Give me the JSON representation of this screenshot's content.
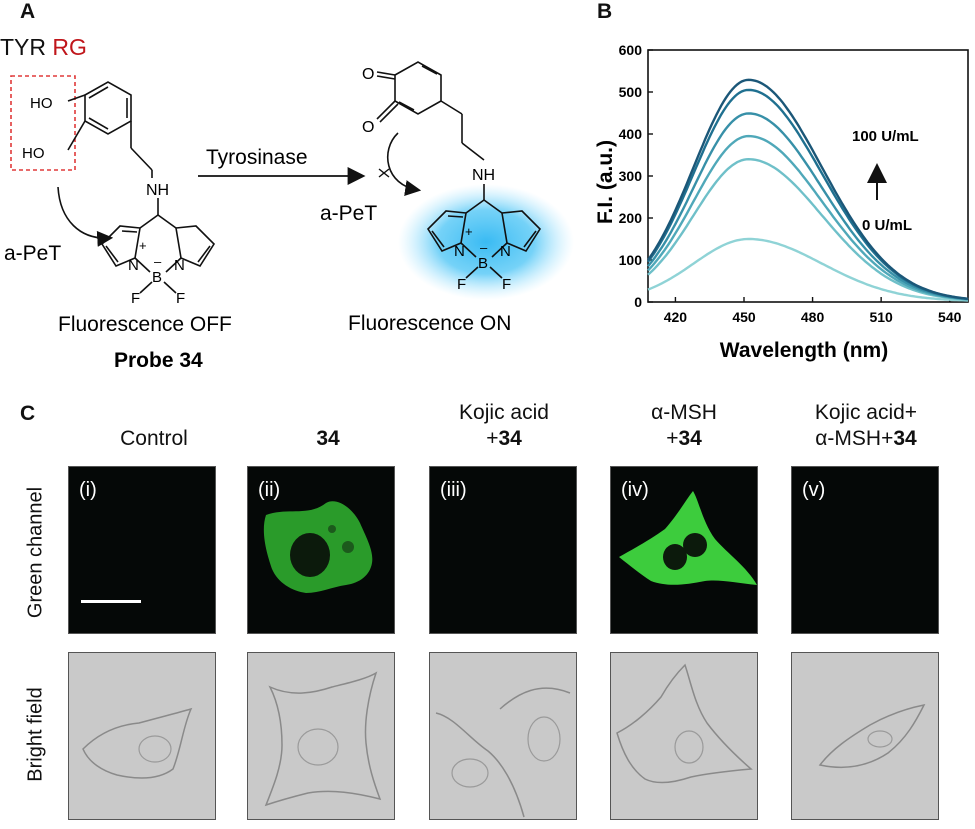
{
  "panel_a": {
    "letter": "A",
    "tyr": "TYR",
    "rg": "RG",
    "ho1": "HO",
    "ho2": "HO",
    "nh_left": "NH",
    "nh_right": "NH",
    "apet_left": "a-PeT",
    "apet_right": "a-PeT",
    "arrow_label": "Tyrosinase",
    "off_label": "Fluorescence OFF",
    "on_label": "Fluorescence ON",
    "probe_label": "Probe 34",
    "o1": "O",
    "o2": "O",
    "b_atom": "B",
    "n_atom": "N",
    "f_atom": "F",
    "plus": "+",
    "minus": "–",
    "colors": {
      "rg": "#c0161b",
      "glow": "#2fb7f2",
      "box": "#e03a3a"
    }
  },
  "panel_b": {
    "letter": "B",
    "annotation_top": "100 U/mL",
    "annotation_bottom": "0 U/mL"
  },
  "chart_data": {
    "type": "line",
    "xlabel": "Wavelength (nm)",
    "ylabel": "F.I. (a.u.)",
    "xlim": [
      408,
      548
    ],
    "ylim": [
      0,
      600
    ],
    "xticks": [
      420,
      450,
      480,
      510,
      540
    ],
    "yticks": [
      0,
      100,
      200,
      300,
      400,
      500,
      600
    ],
    "peak_x": 452,
    "series": [
      {
        "peak": 148,
        "color": "#8fd3d6"
      },
      {
        "peak": 338,
        "color": "#6fc0c9"
      },
      {
        "peak": 393,
        "color": "#4fa8b9"
      },
      {
        "peak": 447,
        "color": "#3790a8"
      },
      {
        "peak": 503,
        "color": "#1f7090"
      },
      {
        "peak": 527,
        "color": "#1b5778"
      }
    ],
    "grid": false
  },
  "panel_c": {
    "letter": "C",
    "columns": [
      {
        "line1": "",
        "line2": "Control",
        "bold2": ""
      },
      {
        "line1": "",
        "line2": "",
        "bold2": "34"
      },
      {
        "line1": "Kojic acid",
        "line2": "+",
        "bold2": "34"
      },
      {
        "line1": "α-MSH",
        "line2": "+",
        "bold2": "34"
      },
      {
        "line1": "Kojic acid+",
        "line2": "α-MSH+",
        "bold2": "34"
      }
    ],
    "labels": [
      "(i)",
      "(ii)",
      "(iii)",
      "(iv)",
      "(v)"
    ],
    "row_green": "Green channel",
    "row_bright": "Bright field",
    "colors": {
      "cell_green": "#3dcc3d",
      "scale_bar": "#ffffff"
    }
  }
}
